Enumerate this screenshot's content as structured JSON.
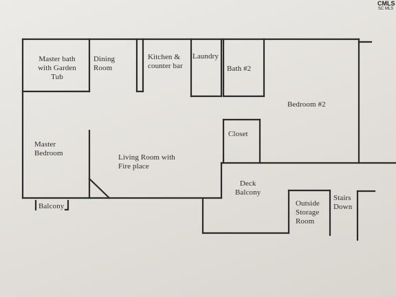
{
  "badge": {
    "line1": "CMLS",
    "line2": "SC MLS"
  },
  "rooms": {
    "master_bath": "Master bath\nwith Garden\nTub",
    "dining": "Dining\nRoom",
    "kitchen": "Kitchen &\ncounter bar",
    "laundry": "Laundry",
    "bath2": "Bath #2",
    "bedroom2": "Bedroom #2",
    "closet": "Closet",
    "master_bedroom": "Master\nBedroom",
    "living": "Living Room with\nFire place",
    "deck": "Deck\nBalcony",
    "balcony": "Balcony",
    "storage": "Outside\nStorage\nRoom",
    "stairs": "Stairs\nDown"
  }
}
